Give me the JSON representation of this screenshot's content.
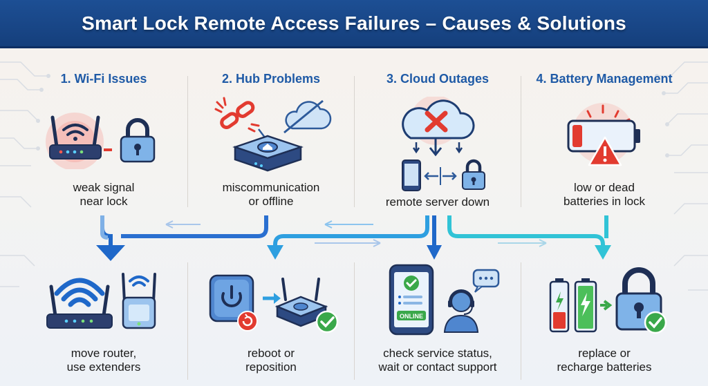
{
  "header": {
    "title": "Smart Lock Remote Access Failures – Causes & Solutions"
  },
  "colors": {
    "header_bg": "#1d4f94",
    "title_blue": "#1f5aa6",
    "alert_red": "#e23b30",
    "ok_green": "#3aa84a",
    "flow_blue": "#1f68c9",
    "flow_cyan": "#31c3d6"
  },
  "causes": [
    {
      "title": "1. Wi-Fi Issues",
      "caption_line1": "weak signal",
      "caption_line2": "near lock",
      "icons": [
        "router-icon",
        "lock-icon"
      ]
    },
    {
      "title": "2. Hub Problems",
      "caption_line1": "miscommunication",
      "caption_line2": "or offline",
      "icons": [
        "broken-link-icon",
        "cloud-offline-icon",
        "hub-icon"
      ]
    },
    {
      "title": "3. Cloud Outages",
      "caption_line1": "remote server down",
      "caption_line2": "",
      "icons": [
        "cloud-error-icon",
        "phone-icon",
        "lock-icon"
      ]
    },
    {
      "title": "4. Battery Management",
      "caption_line1": "low or dead",
      "caption_line2": "batteries in lock",
      "icons": [
        "low-battery-icon",
        "warning-icon"
      ]
    }
  ],
  "solutions": [
    {
      "caption_line1": "move router,",
      "caption_line2": "use extenders",
      "icons": [
        "wifi-router-icon",
        "extender-icon"
      ]
    },
    {
      "caption_line1": "reboot or",
      "caption_line2": "reposition",
      "icons": [
        "power-button-icon",
        "hub-check-icon"
      ]
    },
    {
      "caption_line1": "check service status,",
      "caption_line2": "wait or contact support",
      "icons": [
        "status-phone-icon",
        "support-agent-icon"
      ],
      "badge": "ONLINE"
    },
    {
      "caption_line1": "replace or",
      "caption_line2": "recharge batteries",
      "icons": [
        "batteries-icon",
        "lock-check-icon"
      ]
    }
  ]
}
